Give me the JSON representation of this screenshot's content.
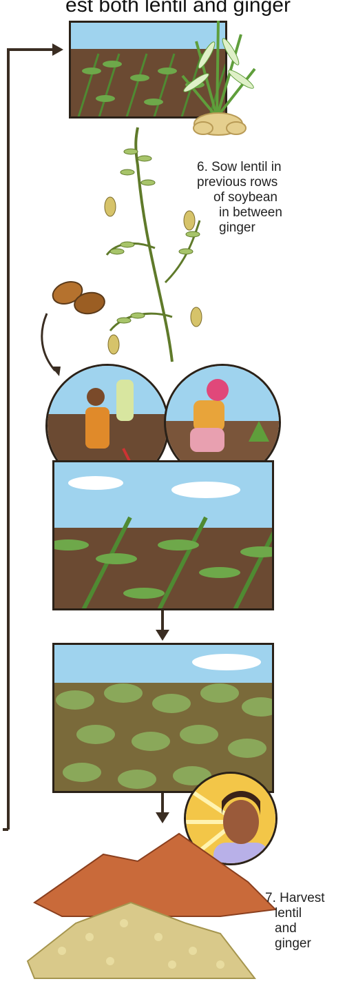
{
  "title": "est both lentil and ginger",
  "steps": {
    "step6": [
      "6. Sow lentil in",
      "previous rows",
      "of soybean",
      "in between",
      "ginger"
    ],
    "step7": [
      "7. Harvest",
      "lentil",
      "and",
      "ginger"
    ]
  },
  "colors": {
    "soil": "#6b4a32",
    "crop": "#4f8a32",
    "sky": "#9fd3ee",
    "arrow": "#3a2d22",
    "lentil_pile": "#c96a3a",
    "ginger_pile": "#d9c98a"
  },
  "panels": [
    {
      "name": "ginger-field-illustration"
    },
    {
      "name": "lentil-plant-illustration"
    },
    {
      "name": "sowing-farmers-illustration"
    },
    {
      "name": "young-crop-field-illustration"
    },
    {
      "name": "mature-crop-field-illustration"
    },
    {
      "name": "smiling-farmer-portrait"
    },
    {
      "name": "harvest-piles-illustration"
    }
  ]
}
